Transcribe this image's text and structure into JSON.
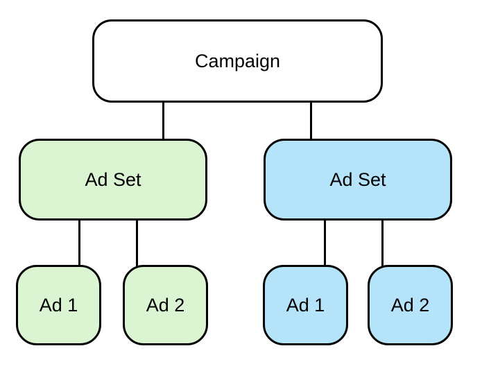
{
  "diagram": {
    "type": "hierarchy",
    "nodes": {
      "campaign": {
        "label": "Campaign"
      },
      "adset_left": {
        "label": "Ad Set"
      },
      "adset_right": {
        "label": "Ad Set"
      },
      "ad_left_1": {
        "label": "Ad 1"
      },
      "ad_left_2": {
        "label": "Ad 2"
      },
      "ad_right_1": {
        "label": "Ad 1"
      },
      "ad_right_2": {
        "label": "Ad 2"
      }
    },
    "edges": [
      {
        "from": "campaign",
        "to": "adset_left"
      },
      {
        "from": "campaign",
        "to": "adset_right"
      },
      {
        "from": "adset_left",
        "to": "ad_left_1"
      },
      {
        "from": "adset_left",
        "to": "ad_left_2"
      },
      {
        "from": "adset_right",
        "to": "ad_right_1"
      },
      {
        "from": "adset_right",
        "to": "ad_right_2"
      }
    ],
    "colors": {
      "campaign_fill": "#ffffff",
      "adset_left_fill": "#dbf4d2",
      "adset_right_fill": "#b5e3fa",
      "ad_left_fill": "#dbf4d2",
      "ad_right_fill": "#b5e3fa",
      "border": "#000000",
      "text": "#000000",
      "background": "#ffffff"
    }
  }
}
